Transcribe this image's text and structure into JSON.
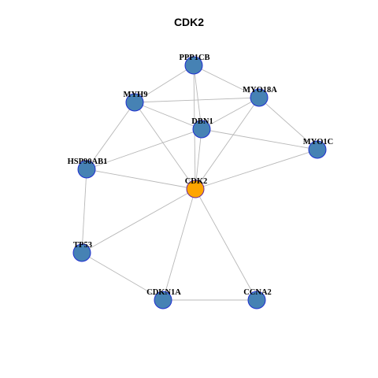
{
  "title": "CDK2",
  "colors": {
    "edge": "#b8b8b8",
    "node_fill": "#4682b4",
    "node_stroke": "#1f2fd0",
    "center_fill": "#ffa500",
    "center_stroke": "#6a2a9a"
  },
  "graph": {
    "center": "CDK2",
    "nodes": [
      {
        "id": "PPP1CB"
      },
      {
        "id": "MYH9"
      },
      {
        "id": "MYO18A"
      },
      {
        "id": "DBN1"
      },
      {
        "id": "MYO1C"
      },
      {
        "id": "HSP90AB1"
      },
      {
        "id": "CDK2"
      },
      {
        "id": "TP53"
      },
      {
        "id": "CDKN1A"
      },
      {
        "id": "CCNA2"
      }
    ],
    "edges": [
      [
        "PPP1CB",
        "MYH9"
      ],
      [
        "PPP1CB",
        "MYO18A"
      ],
      [
        "PPP1CB",
        "DBN1"
      ],
      [
        "PPP1CB",
        "CDK2"
      ],
      [
        "MYH9",
        "MYO18A"
      ],
      [
        "MYH9",
        "DBN1"
      ],
      [
        "MYH9",
        "HSP90AB1"
      ],
      [
        "MYH9",
        "CDK2"
      ],
      [
        "MYO18A",
        "DBN1"
      ],
      [
        "MYO18A",
        "MYO1C"
      ],
      [
        "MYO18A",
        "CDK2"
      ],
      [
        "DBN1",
        "MYO1C"
      ],
      [
        "DBN1",
        "HSP90AB1"
      ],
      [
        "DBN1",
        "CDK2"
      ],
      [
        "MYO1C",
        "CDK2"
      ],
      [
        "HSP90AB1",
        "CDK2"
      ],
      [
        "HSP90AB1",
        "TP53"
      ],
      [
        "CDK2",
        "TP53"
      ],
      [
        "CDK2",
        "CDKN1A"
      ],
      [
        "CDK2",
        "CCNA2"
      ],
      [
        "TP53",
        "CDKN1A"
      ],
      [
        "CDKN1A",
        "CCNA2"
      ]
    ]
  }
}
